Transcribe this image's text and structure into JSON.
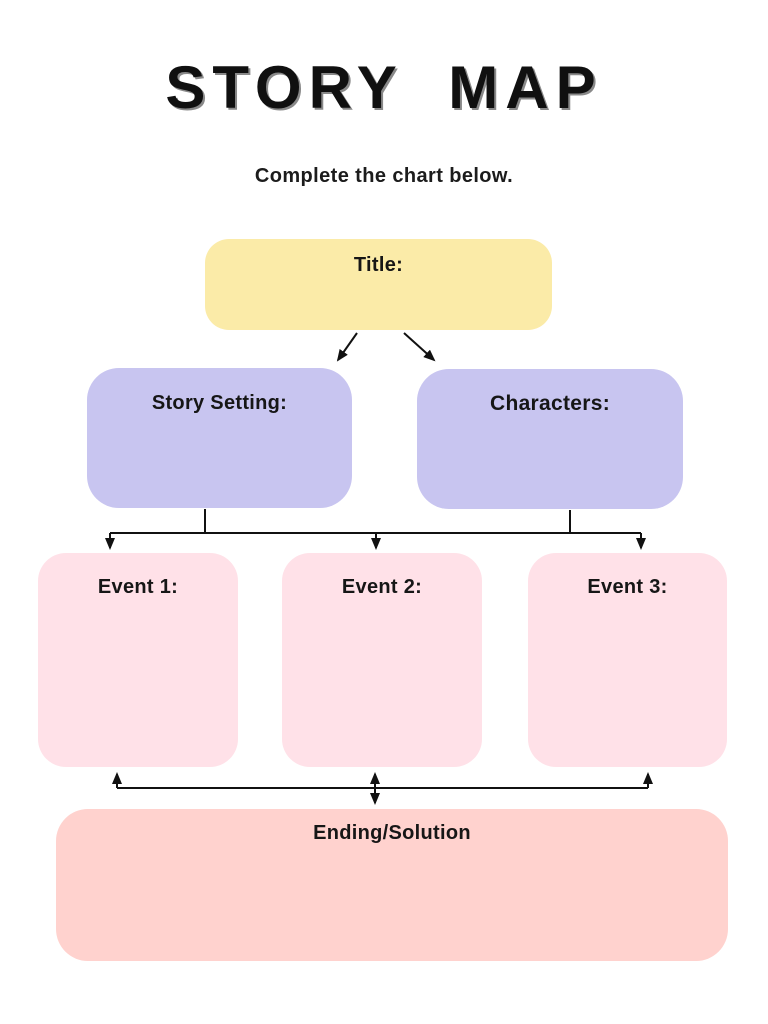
{
  "page": {
    "title": "STORY MAP",
    "subtitle": "Complete the chart below."
  },
  "boxes": {
    "title": {
      "label": "Title:",
      "color": "#FBEBA8"
    },
    "setting": {
      "label": "Story Setting:",
      "color": "#C8C5F0"
    },
    "characters": {
      "label": "Characters:",
      "color": "#C8C5F0"
    },
    "event1": {
      "label": "Event 1:",
      "color": "#FFE1E8"
    },
    "event2": {
      "label": "Event 2:",
      "color": "#FFE1E8"
    },
    "event3": {
      "label": "Event 3:",
      "color": "#FFE1E8"
    },
    "ending": {
      "label": "Ending/Solution",
      "color": "#FFD2CE"
    }
  },
  "connectors": {
    "color": "#111111",
    "description": "Title branches to Story Setting and Characters; both feed Events 1-3; Events 1-3 link bidirectionally with Ending/Solution"
  }
}
